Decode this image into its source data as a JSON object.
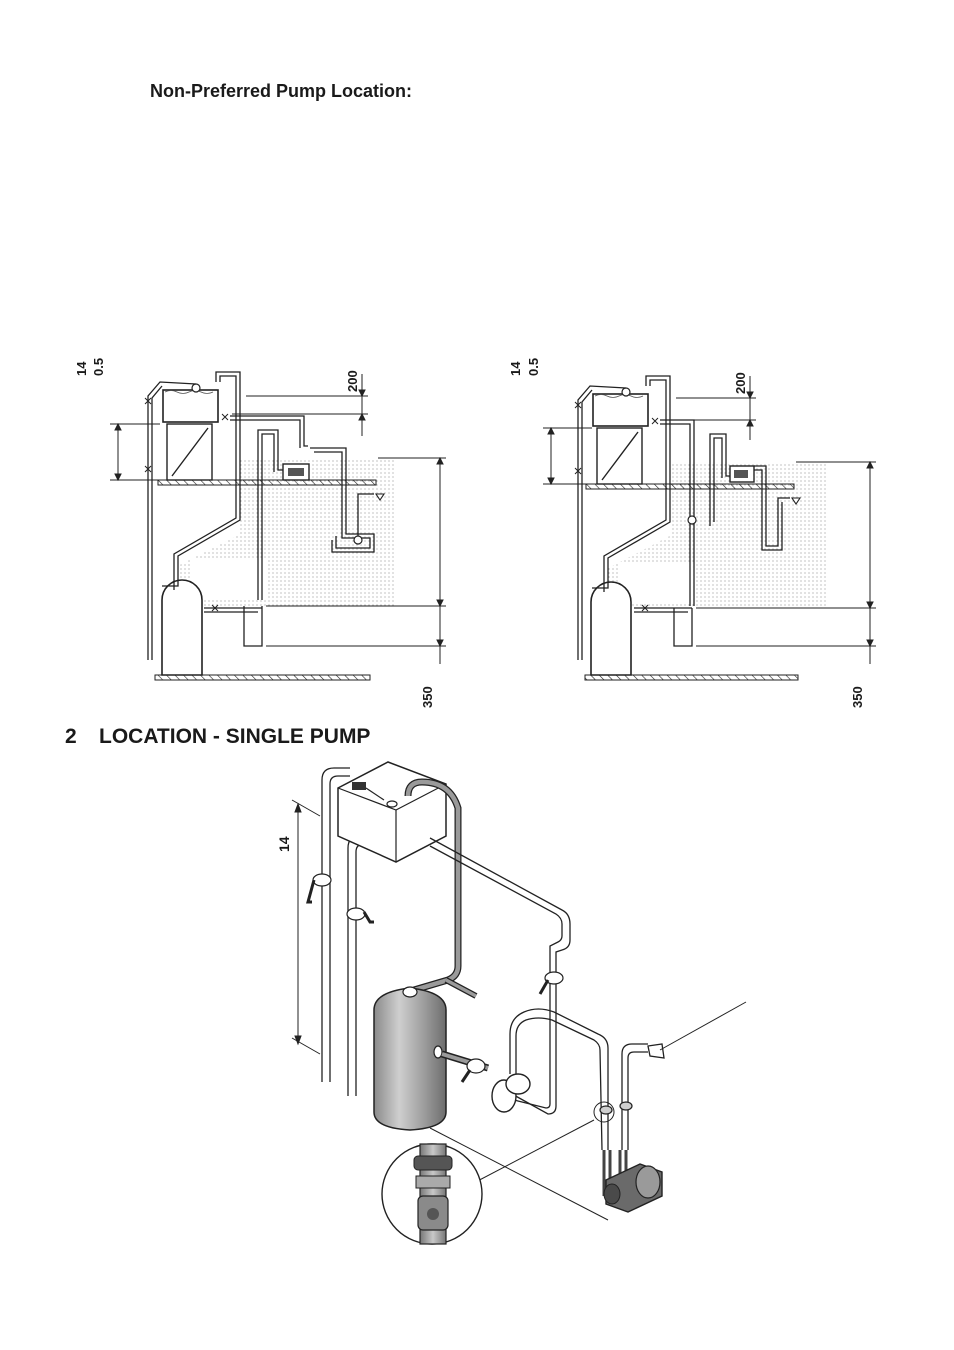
{
  "page": {
    "subtitle": "Non-Preferred Pump Location:",
    "section_number": "2",
    "section_title": "LOCATION - SINGLE PUMP"
  },
  "diagram_left": {
    "dim_top_a": "14",
    "dim_top_b": "0.5",
    "dim_tank": "200",
    "dim_bottom": "350"
  },
  "diagram_right": {
    "dim_top_a": "14",
    "dim_top_b": "0.5",
    "dim_tank": "200",
    "dim_bottom": "350"
  },
  "iso_diagram": {
    "dim_height": "14"
  }
}
